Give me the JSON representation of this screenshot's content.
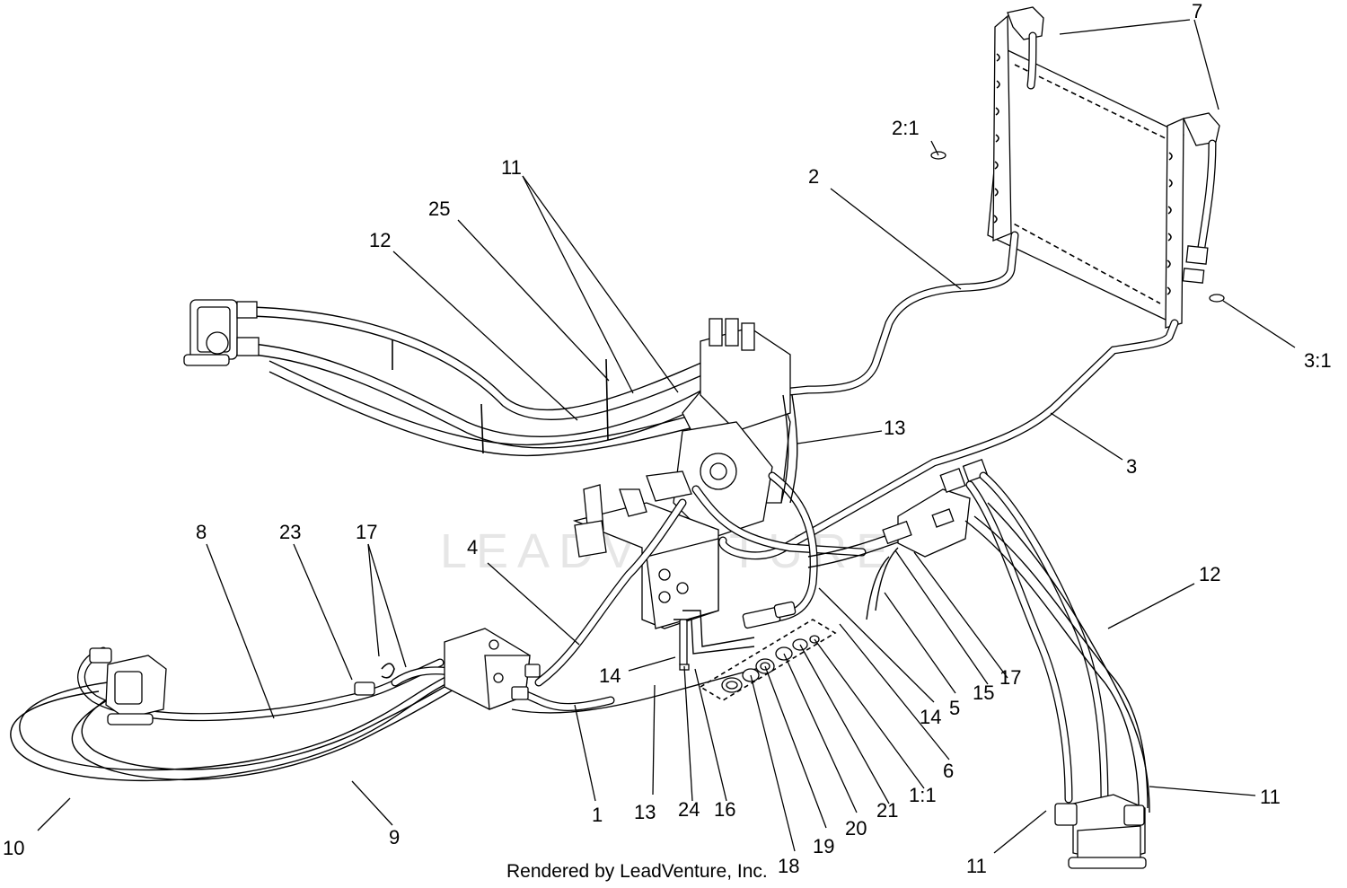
{
  "watermark": "LEADVENTURE",
  "footer": "Rendered by LeadVenture, Inc.",
  "callouts": [
    {
      "id": "7",
      "label": "7"
    },
    {
      "id": "2-1",
      "label": "2:1"
    },
    {
      "id": "2",
      "label": "2"
    },
    {
      "id": "11-top",
      "label": "11"
    },
    {
      "id": "25",
      "label": "25"
    },
    {
      "id": "12-top",
      "label": "12"
    },
    {
      "id": "3-1",
      "label": "3:1"
    },
    {
      "id": "13-top",
      "label": "13"
    },
    {
      "id": "3",
      "label": "3"
    },
    {
      "id": "8",
      "label": "8"
    },
    {
      "id": "23",
      "label": "23"
    },
    {
      "id": "17-left",
      "label": "17"
    },
    {
      "id": "4",
      "label": "4"
    },
    {
      "id": "12-right",
      "label": "12"
    },
    {
      "id": "14-left",
      "label": "14"
    },
    {
      "id": "14-right",
      "label": "14"
    },
    {
      "id": "5",
      "label": "5"
    },
    {
      "id": "15",
      "label": "15"
    },
    {
      "id": "17-right",
      "label": "17"
    },
    {
      "id": "6",
      "label": "6"
    },
    {
      "id": "11-right",
      "label": "11"
    },
    {
      "id": "1-1",
      "label": "1:1"
    },
    {
      "id": "21",
      "label": "21"
    },
    {
      "id": "20",
      "label": "20"
    },
    {
      "id": "19",
      "label": "19"
    },
    {
      "id": "18",
      "label": "18"
    },
    {
      "id": "16",
      "label": "16"
    },
    {
      "id": "24",
      "label": "24"
    },
    {
      "id": "13-bottom",
      "label": "13"
    },
    {
      "id": "1",
      "label": "1"
    },
    {
      "id": "9",
      "label": "9"
    },
    {
      "id": "10",
      "label": "10"
    },
    {
      "id": "11-bottom",
      "label": "11"
    }
  ]
}
